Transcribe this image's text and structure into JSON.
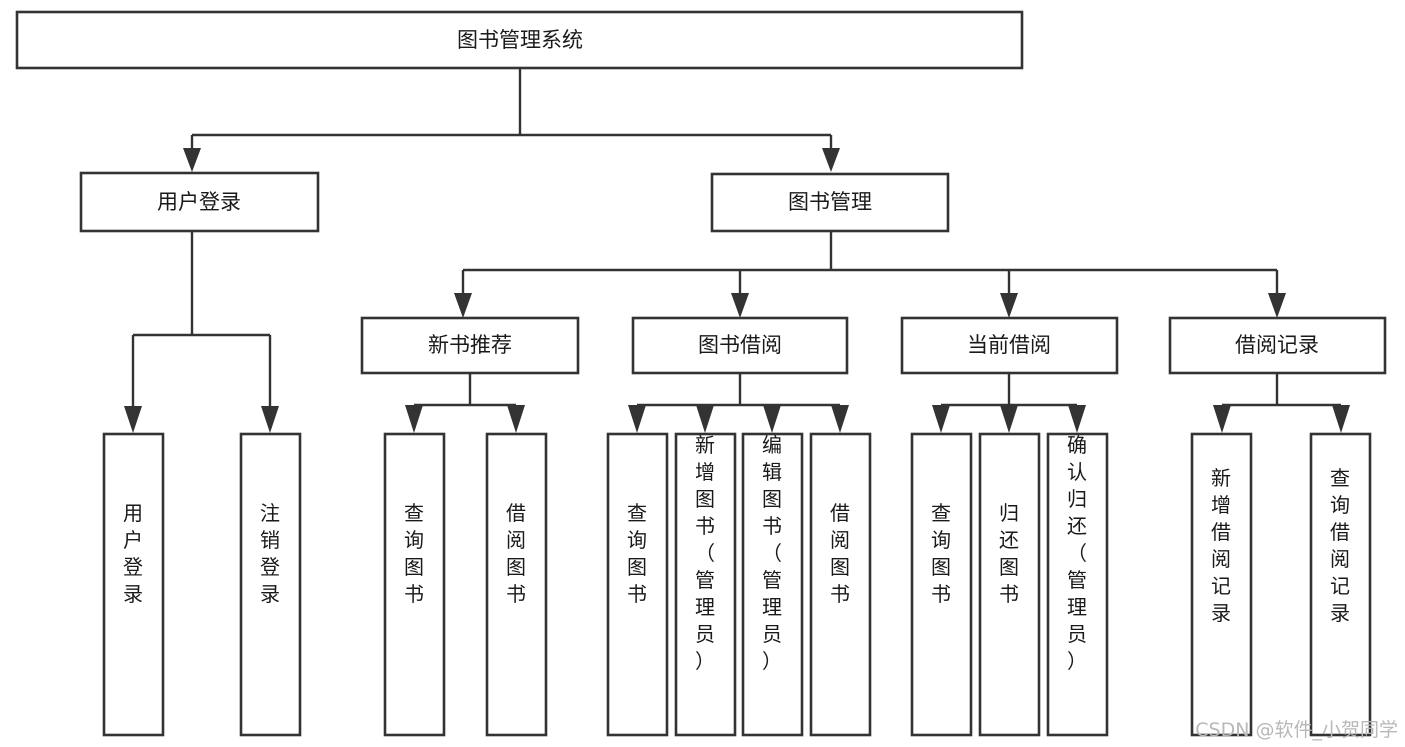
{
  "diagram": {
    "title": "图书管理系统",
    "type": "hierarchy-tree",
    "root": {
      "id": "root",
      "label": "图书管理系统"
    },
    "level2": [
      {
        "id": "user-login",
        "label": "用户登录"
      },
      {
        "id": "book-manage",
        "label": "图书管理"
      }
    ],
    "level3": [
      {
        "id": "new-book-recommend",
        "label": "新书推荐",
        "parent": "book-manage"
      },
      {
        "id": "book-borrow",
        "label": "图书借阅",
        "parent": "book-manage"
      },
      {
        "id": "current-borrow",
        "label": "当前借阅",
        "parent": "book-manage"
      },
      {
        "id": "borrow-record",
        "label": "借阅记录",
        "parent": "book-manage"
      }
    ],
    "leaves": [
      {
        "id": "leaf-user-login",
        "label": "用户登录",
        "parent": "user-login"
      },
      {
        "id": "leaf-logout-login",
        "label": "注销登录",
        "parent": "user-login"
      },
      {
        "id": "leaf-query-book-1",
        "label": "查询图书",
        "parent": "new-book-recommend"
      },
      {
        "id": "leaf-borrow-book-1",
        "label": "借阅图书",
        "parent": "new-book-recommend"
      },
      {
        "id": "leaf-query-book-2",
        "label": "查询图书",
        "parent": "book-borrow"
      },
      {
        "id": "leaf-add-book",
        "label": "新增图书（管理员）",
        "parent": "book-borrow"
      },
      {
        "id": "leaf-edit-book",
        "label": "编辑图书（管理员）",
        "parent": "book-borrow"
      },
      {
        "id": "leaf-borrow-book-2",
        "label": "借阅图书",
        "parent": "book-borrow"
      },
      {
        "id": "leaf-query-book-3",
        "label": "查询图书",
        "parent": "current-borrow"
      },
      {
        "id": "leaf-return-book",
        "label": "归还图书",
        "parent": "current-borrow"
      },
      {
        "id": "leaf-confirm-return",
        "label": "确认归还（管理员）",
        "parent": "current-borrow"
      },
      {
        "id": "leaf-add-record",
        "label": "新增借阅记录",
        "parent": "borrow-record"
      },
      {
        "id": "leaf-query-record",
        "label": "查询借阅记录",
        "parent": "borrow-record"
      }
    ]
  },
  "watermark": {
    "text": "CSDN @软件_小贺同学"
  },
  "colors": {
    "background": "#ffffff",
    "box_fill": "#ffffff",
    "box_stroke": "#333333",
    "connector": "#333333",
    "text": "#1a1a1a",
    "watermark": "#b8b8b8"
  }
}
